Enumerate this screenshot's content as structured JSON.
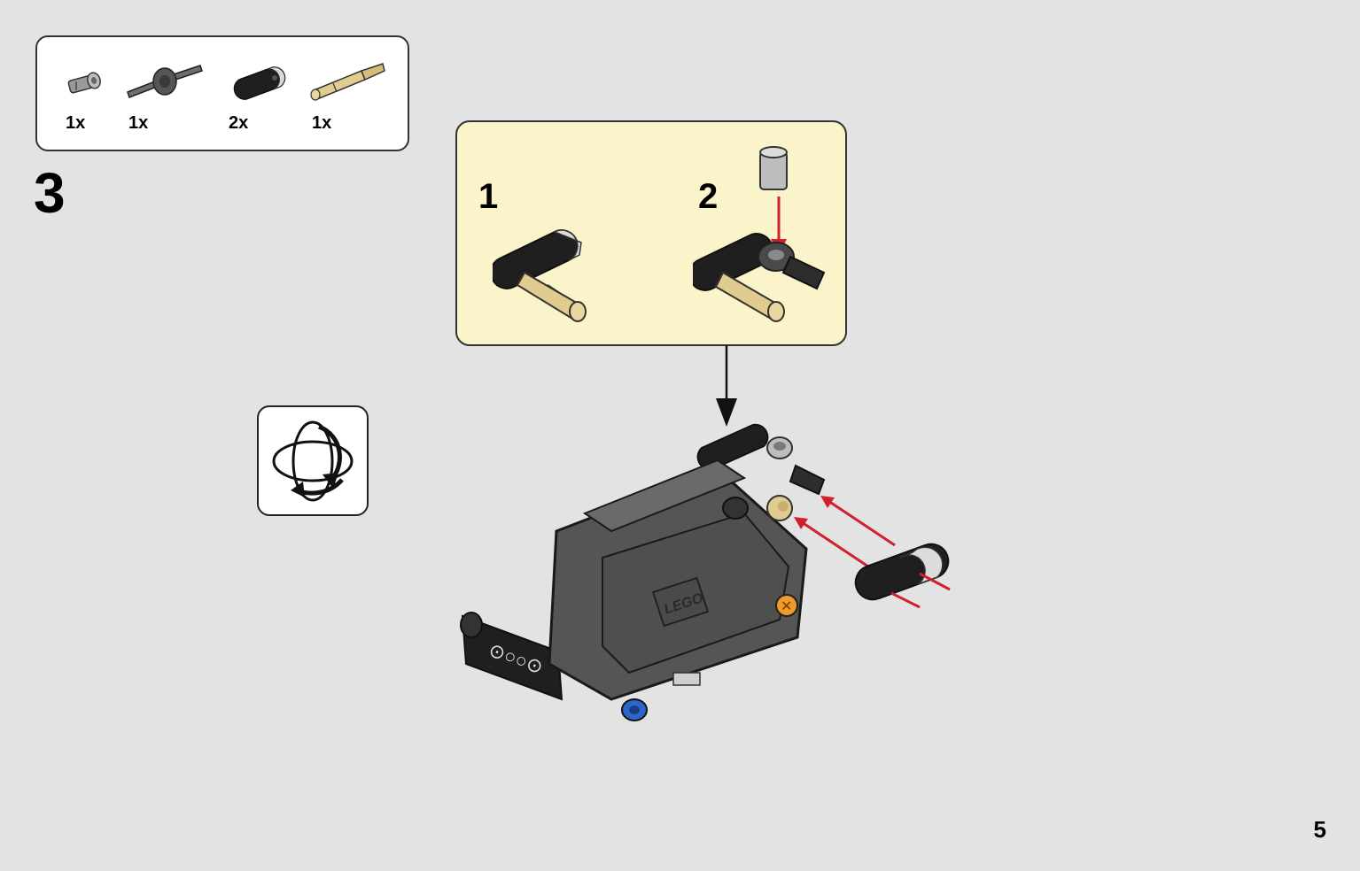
{
  "parts_list": {
    "items": [
      {
        "icon": "pin-with-bush-icon",
        "quantity": "1x"
      },
      {
        "icon": "axle-connector-icon",
        "quantity": "1x"
      },
      {
        "icon": "beam-2-module-icon",
        "quantity": "2x"
      },
      {
        "icon": "axle-pin-tan-icon",
        "quantity": "1x"
      }
    ]
  },
  "step": {
    "number": "3"
  },
  "callout": {
    "substeps": [
      {
        "number": "1"
      },
      {
        "number": "2"
      }
    ]
  },
  "rotate_indicator": {
    "icon": "rotate-model-icon"
  },
  "main_illustration": {
    "logo_text": "LEGO"
  },
  "page": {
    "number": "5"
  },
  "colors": {
    "background": "#e3e3e3",
    "callout_background": "#fbf3c9",
    "arrow_red": "#d0202a",
    "tan": "#e0cc8f",
    "dark_gray": "#555555",
    "black_part": "#1f1f1f",
    "blue_part": "#2b66c9",
    "orange_part": "#f09a2a"
  }
}
